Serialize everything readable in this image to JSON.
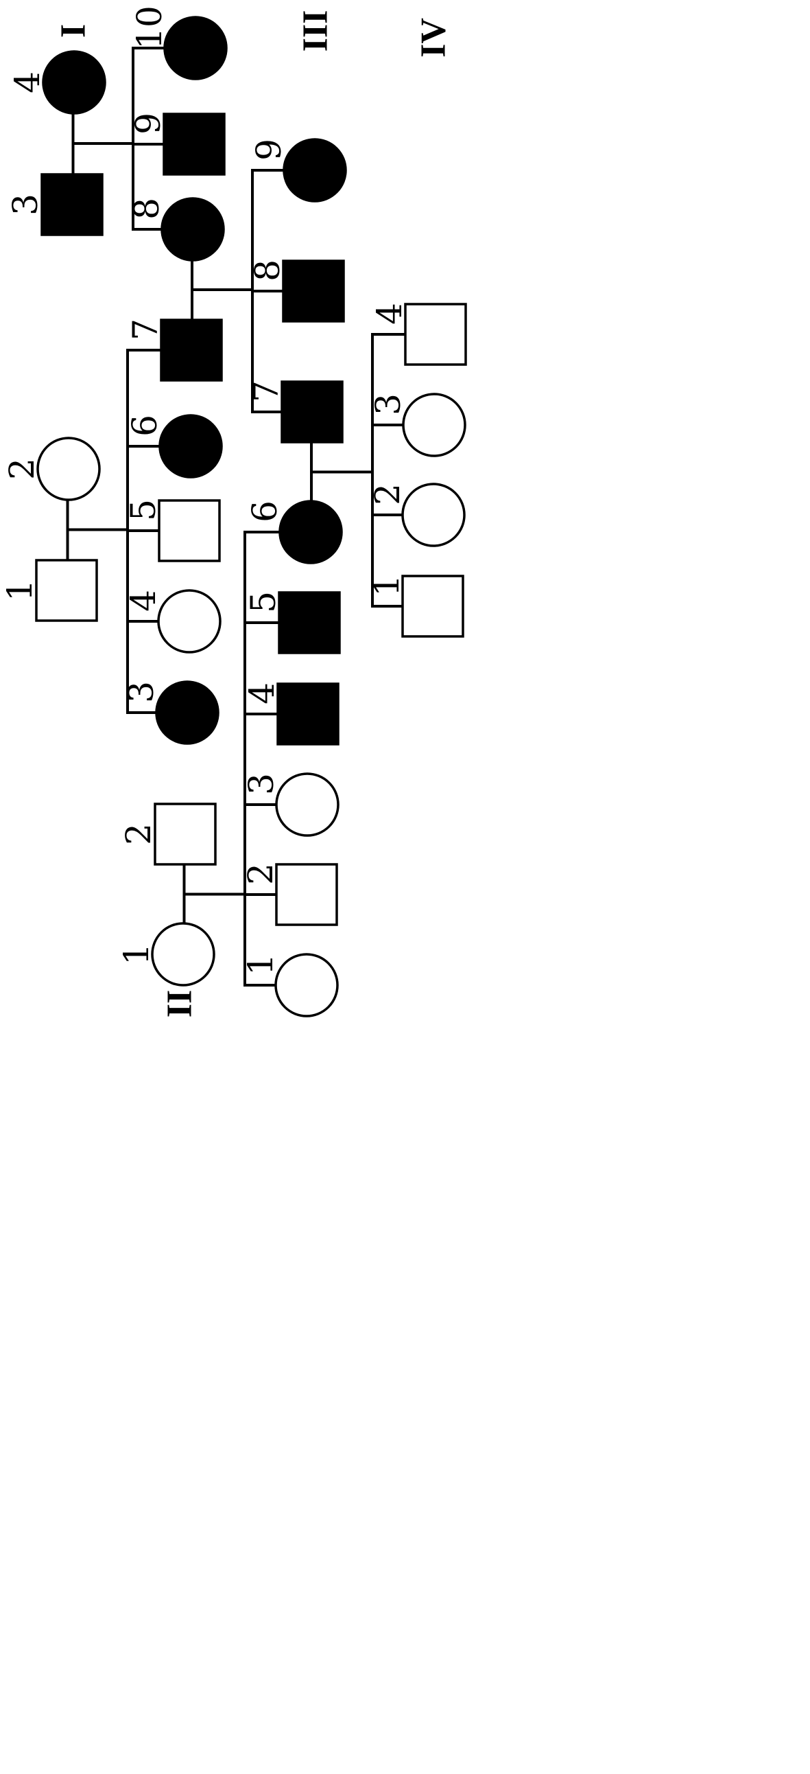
{
  "colors": {
    "affected": "#000000",
    "unaffected": "#ffffff",
    "line": "#000000"
  },
  "generation_labels": [
    "I",
    "II",
    "III",
    "IV"
  ],
  "individuals": [
    {
      "id": "I-1",
      "label": "1",
      "sex": "male",
      "affected": false
    },
    {
      "id": "I-2",
      "label": "2",
      "sex": "female",
      "affected": false
    },
    {
      "id": "I-3",
      "label": "3",
      "sex": "male",
      "affected": true
    },
    {
      "id": "I-4",
      "label": "4",
      "sex": "female",
      "affected": true
    },
    {
      "id": "II-1",
      "label": "1",
      "sex": "female",
      "affected": false
    },
    {
      "id": "II-2",
      "label": "2",
      "sex": "male",
      "affected": false
    },
    {
      "id": "II-3",
      "label": "3",
      "sex": "female",
      "affected": true
    },
    {
      "id": "II-4",
      "label": "4",
      "sex": "female",
      "affected": false
    },
    {
      "id": "II-5",
      "label": "5",
      "sex": "male",
      "affected": false
    },
    {
      "id": "II-6",
      "label": "6",
      "sex": "female",
      "affected": true
    },
    {
      "id": "II-7",
      "label": "7",
      "sex": "male",
      "affected": true
    },
    {
      "id": "II-8",
      "label": "8",
      "sex": "female",
      "affected": true
    },
    {
      "id": "II-9",
      "label": "9",
      "sex": "male",
      "affected": true
    },
    {
      "id": "II-10",
      "label": "10",
      "sex": "female",
      "affected": true
    },
    {
      "id": "III-1",
      "label": "1",
      "sex": "female",
      "affected": false
    },
    {
      "id": "III-2",
      "label": "2",
      "sex": "male",
      "affected": false
    },
    {
      "id": "III-3",
      "label": "3",
      "sex": "female",
      "affected": false
    },
    {
      "id": "III-4",
      "label": "4",
      "sex": "male",
      "affected": true
    },
    {
      "id": "III-5",
      "label": "5",
      "sex": "male",
      "affected": true
    },
    {
      "id": "III-6",
      "label": "6",
      "sex": "female",
      "affected": true
    },
    {
      "id": "III-7",
      "label": "7",
      "sex": "male",
      "affected": true
    },
    {
      "id": "III-8",
      "label": "8",
      "sex": "male",
      "affected": true
    },
    {
      "id": "III-9",
      "label": "9",
      "sex": "female",
      "affected": true
    },
    {
      "id": "IV-1",
      "label": "1",
      "sex": "male",
      "affected": false
    },
    {
      "id": "IV-2",
      "label": "2",
      "sex": "female",
      "affected": false
    },
    {
      "id": "IV-3",
      "label": "3",
      "sex": "female",
      "affected": false
    },
    {
      "id": "IV-4",
      "label": "4",
      "sex": "male",
      "affected": false
    }
  ],
  "matings": [
    {
      "partners": [
        "I-1",
        "I-2"
      ],
      "children": [
        "II-3",
        "II-4",
        "II-5",
        "II-6",
        "II-7"
      ]
    },
    {
      "partners": [
        "I-3",
        "I-4"
      ],
      "children": [
        "II-8",
        "II-9",
        "II-10"
      ]
    },
    {
      "partners": [
        "II-1",
        "II-2"
      ],
      "children": [
        "III-1",
        "III-2",
        "III-3",
        "III-4",
        "III-5",
        "III-6"
      ]
    },
    {
      "partners": [
        "II-7",
        "II-8"
      ],
      "children": [
        "III-7",
        "III-8",
        "III-9"
      ]
    },
    {
      "partners": [
        "III-6",
        "III-7"
      ],
      "children": [
        "IV-1",
        "IV-2",
        "IV-3",
        "IV-4"
      ]
    }
  ]
}
